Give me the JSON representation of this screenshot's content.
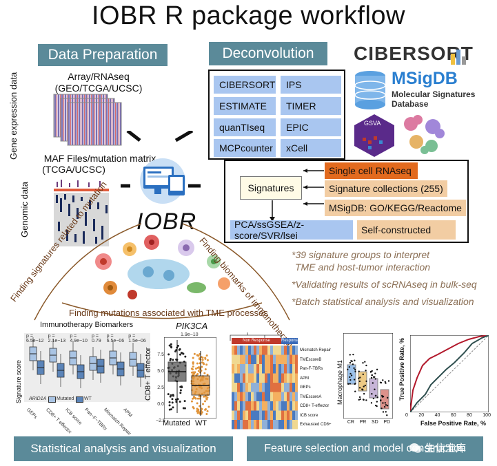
{
  "title": "IOBR R package workflow",
  "data_prep": {
    "header": "Data Preparation",
    "array_label_1": "Array/RNAseq",
    "array_label_2": "(GEO/TCGA/UCSC)",
    "gene_expr_label": "Gene expression data",
    "maf_label_1": "MAF Files/mutation matrix",
    "maf_label_2": "(TCGA/UCSC)",
    "genomic_label": "Genomic data"
  },
  "deconvolution": {
    "header": "Deconvolution",
    "methods": [
      "CIBERSORT",
      "IPS",
      "ESTIMATE",
      "TIMER",
      "quanTIseq",
      "EPIC",
      "MCPcounter",
      "xCell"
    ]
  },
  "logos": {
    "cibersort": "CIBERSORT",
    "msigdb": "MSigDB",
    "msigdb_sub_1": "Molecular Signatures",
    "msigdb_sub_2": "Database",
    "gsva": "GSVA"
  },
  "signatures": {
    "label": "Signatures",
    "items": [
      "Single cell RNAseq",
      "Signature collections (255)",
      "MSigDB: GO/KEGG/Reactome"
    ],
    "methods": "PCA/ssGSEA/z-score/SVR/lsei",
    "self": "Self-constructed"
  },
  "center_label": "IOBR",
  "curve_labels": {
    "left": "Finding signatures related to mutation",
    "right": "Finding biomarks of immunotherapy",
    "bottom": "Finding mutations associated with TME processes"
  },
  "notes": [
    "*39 signature groups to interpret",
    "TME and host-tumor interaction",
    "*Validating results of scRNAseq in bulk-seq",
    "*Batch statistical analysis and visualization"
  ],
  "boxplot1": {
    "title": "Immunotherapy Biomarkers",
    "ylabel": "Signature score",
    "pvals": [
      "p = 6.5e−12",
      "p = 2.1e−13",
      "p = 4.9e−10",
      "p = 0.79",
      "p = 6.5e−06",
      "p = 1.5e−06"
    ],
    "categories": [
      "GEPs",
      "CD8+ T effector",
      "ICB score",
      "Pan−F−TBRs",
      "Mismatch Repair",
      "APM"
    ],
    "legend_title": "ARID1A",
    "legend": [
      "Mutated",
      "WT"
    ],
    "colors": {
      "mutated": "#a9c4e4",
      "wt": "#5b84b8"
    }
  },
  "boxplot2": {
    "title": "PIK3CA",
    "pval": "1.9e−10",
    "ylabel": "CD8+ T effector",
    "yticks": [
      "7.5",
      "5.0",
      "2.5",
      "0.0",
      "−2.5"
    ],
    "categories": [
      "Mutated",
      "WT"
    ],
    "colors": {
      "mutated": "#555555",
      "wt": "#e0943a"
    }
  },
  "heatmap": {
    "header_left": "Non Response",
    "header_right": "Response",
    "rows": [
      "Mismatch Repair",
      "TMEscoreB",
      "Pan-F-TBRs",
      "APM",
      "GEPs",
      "TMEscoreA",
      "CD8+ T-effector",
      "ICB score",
      "Exhausted CD8+"
    ]
  },
  "scatterbox": {
    "ylabel": "Macrophage M1",
    "categories": [
      "CR",
      "PR",
      "SD",
      "PD"
    ],
    "colors": [
      "#4a90d9",
      "#e0a020",
      "#9a7ab8",
      "#c0392b"
    ]
  },
  "roc": {
    "ylabel": "True Positive Rate, %",
    "xlabel": "False Positive Rate, %",
    "ticks": [
      "0",
      "20",
      "40",
      "60",
      "80",
      "100"
    ],
    "colors": {
      "a": "#b2182b",
      "b": "#2f4f4f"
    }
  },
  "bottom": {
    "left": "Statistical analysis and visualization",
    "right": "Feature selection and model construction"
  },
  "watermark": "生信宝库"
}
